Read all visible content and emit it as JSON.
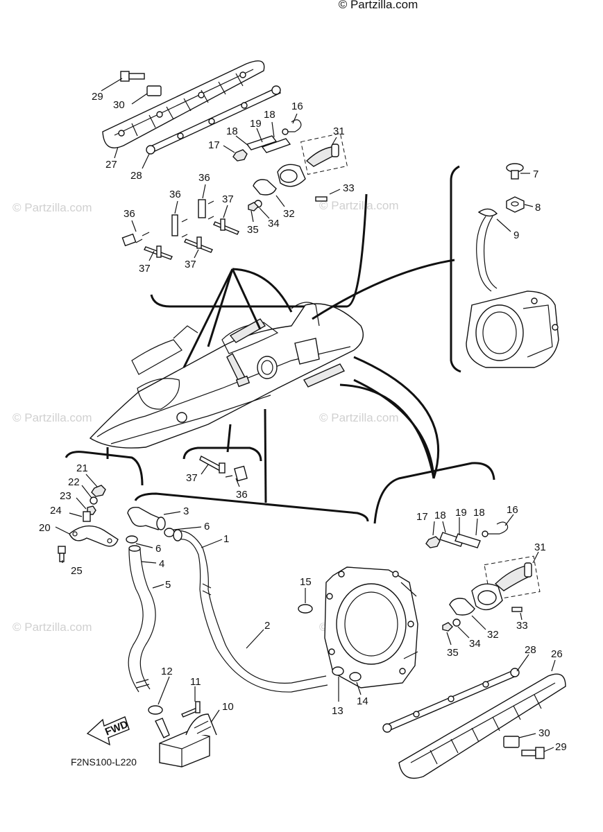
{
  "header": {
    "copyright": "© Partzilla.com"
  },
  "watermark": {
    "text": "© Partzilla.com"
  },
  "diagram_code": "F2NS100-L220",
  "fwd_label": "FWD",
  "callouts": {
    "c29a": "29",
    "c30a": "30",
    "c27": "27",
    "c28a": "28",
    "c18a": "18",
    "c19a": "19",
    "c18b": "18",
    "c16a": "16",
    "c17a": "17",
    "c31a": "31",
    "c33a": "33",
    "c32a": "32",
    "c34a": "34",
    "c35a": "35",
    "c36a": "36",
    "c36b": "36",
    "c36c": "36",
    "c37a": "37",
    "c37b": "37",
    "c37c": "37",
    "c7": "7",
    "c8": "8",
    "c9": "9",
    "c37d": "37",
    "c36d": "36",
    "c21": "21",
    "c22": "22",
    "c23": "23",
    "c24": "24",
    "c20": "20",
    "c25": "25",
    "c3": "3",
    "c6a": "6",
    "c6b": "6",
    "c4": "4",
    "c5": "5",
    "c1": "1",
    "c2": "2",
    "c15": "15",
    "c13": "13",
    "c14": "14",
    "c12": "12",
    "c11": "11",
    "c10": "10",
    "c17b": "17",
    "c18c": "18",
    "c19b": "19",
    "c18d": "18",
    "c16b": "16",
    "c31b": "31",
    "c33b": "33",
    "c32b": "32",
    "c34b": "34",
    "c35b": "35",
    "c28b": "28",
    "c26": "26",
    "c30b": "30",
    "c29b": "29"
  }
}
